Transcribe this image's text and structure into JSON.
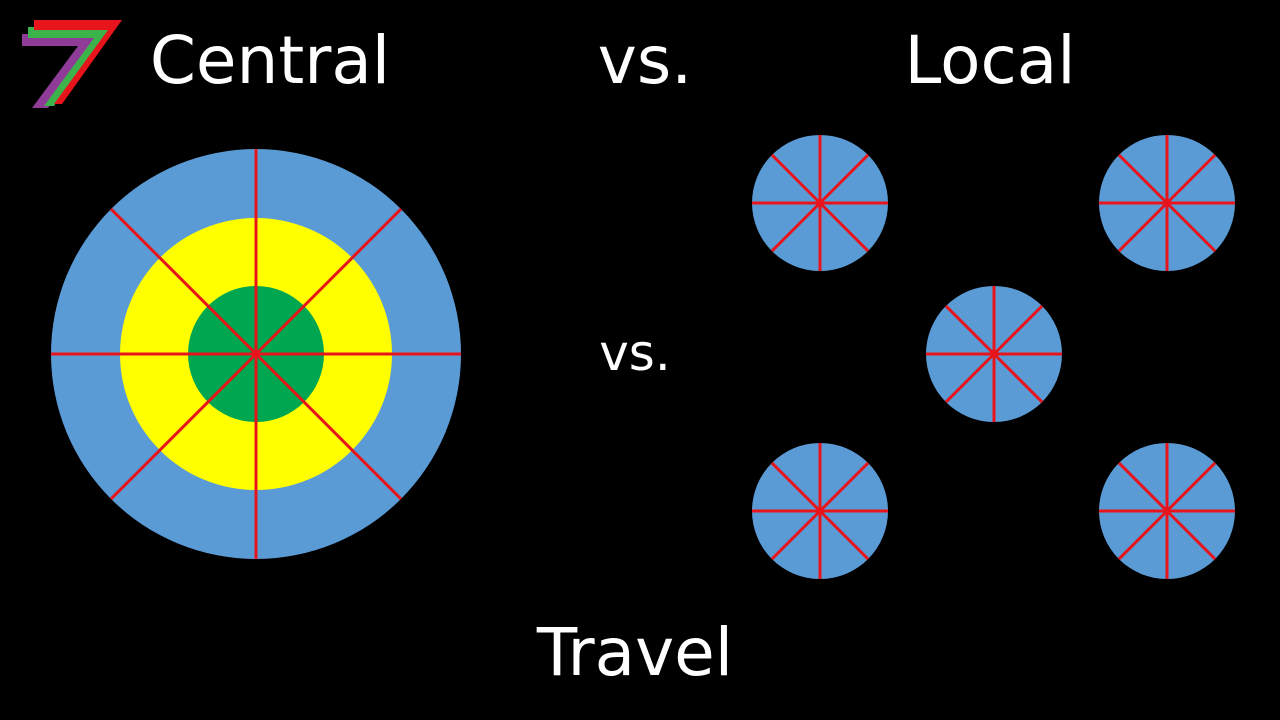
{
  "slide": {
    "title_left": "Central",
    "title_middle": "vs.",
    "title_right": "Local",
    "middle_vs": "vs.",
    "footer": "Travel"
  },
  "colors": {
    "background": "#000000",
    "text": "#ffffff",
    "outer_ring": "#5b9bd5",
    "middle_ring": "#ffff00",
    "inner_ring": "#00a650",
    "spokes": "#e8141c",
    "logo_red": "#e8141c",
    "logo_green": "#3cb34a",
    "logo_purple": "#8e3c97"
  },
  "diagram": {
    "central": {
      "rings": [
        "outer_ring",
        "middle_ring",
        "inner_ring"
      ],
      "spokes": 8
    },
    "local": {
      "hubs": 5,
      "spokes_per_hub": 8
    }
  },
  "icons": {
    "logo": "seven-logo"
  }
}
